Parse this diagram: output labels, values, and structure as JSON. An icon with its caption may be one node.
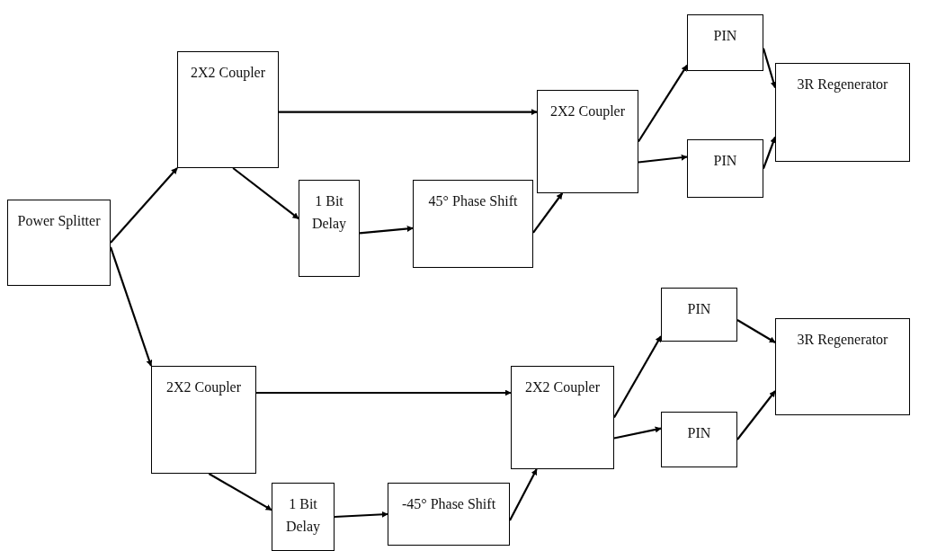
{
  "diagram": {
    "nodes": [
      {
        "text": [
          "Power Splitter"
        ]
      },
      {
        "text": [
          "2X2 Coupler"
        ]
      },
      {
        "text": [
          "1 Bit Delay"
        ]
      },
      {
        "text": [
          "45° Phase Shift"
        ]
      },
      {
        "text": [
          "2X2 Coupler"
        ]
      },
      {
        "text": [
          "PIN"
        ]
      },
      {
        "text": [
          "PIN"
        ]
      },
      {
        "text": [
          "3R Regenerator"
        ]
      },
      {
        "text": [
          "2X2 Coupler"
        ]
      },
      {
        "text": [
          "1 Bit Delay"
        ]
      },
      {
        "text": [
          "-45° Phase Shift"
        ]
      },
      {
        "text": [
          "2X2 Coupler"
        ]
      },
      {
        "text": [
          "PIN"
        ]
      },
      {
        "text": [
          "PIN"
        ]
      },
      {
        "text": [
          "3R Regenerator"
        ]
      }
    ],
    "edges": [
      {
        "from": 0,
        "to": 1,
        "arrow": "to"
      },
      {
        "from": 0,
        "to": 8,
        "arrow": "to"
      },
      {
        "from": 1,
        "to": 4,
        "arrow": "to"
      },
      {
        "from": 1,
        "to": 2,
        "arrow": "to"
      },
      {
        "from": 2,
        "to": 3,
        "arrow": "to"
      },
      {
        "from": 3,
        "to": 4,
        "arrow": "to"
      },
      {
        "from": 4,
        "to": 5,
        "arrow": "to"
      },
      {
        "from": 4,
        "to": 6,
        "arrow": "to"
      },
      {
        "from": 5,
        "to": 7,
        "arrow": "to"
      },
      {
        "from": 6,
        "to": 7,
        "arrow": "to"
      },
      {
        "from": 8,
        "to": 11,
        "arrow": "to"
      },
      {
        "from": 8,
        "to": 9,
        "arrow": "to"
      },
      {
        "from": 9,
        "to": 10,
        "arrow": "to"
      },
      {
        "from": 10,
        "to": 11,
        "arrow": "to"
      },
      {
        "from": 11,
        "to": 12,
        "arrow": "to"
      },
      {
        "from": 11,
        "to": 13,
        "arrow": "to"
      },
      {
        "from": 12,
        "to": 14,
        "arrow": "to"
      },
      {
        "from": 13,
        "to": 14,
        "arrow": "to"
      }
    ]
  }
}
